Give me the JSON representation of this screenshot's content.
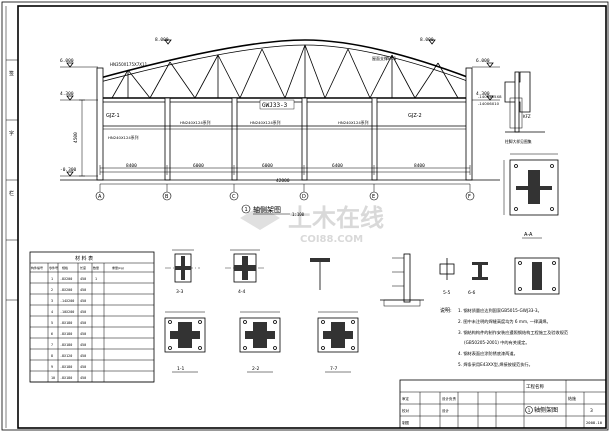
{
  "frame": {
    "left_strip_labels": [
      "签",
      "字",
      "栏"
    ]
  },
  "elevation": {
    "top_levels": [
      "8.000",
      "8.000"
    ],
    "left_levels": [
      "6.000",
      "4.300",
      "-0.300"
    ],
    "right_levels": [
      "6.000",
      "4.300"
    ],
    "roof_beam_labels": [
      "HN350X175X7X11",
      "屋面支撑HC1"
    ],
    "truss_label": "GWJ33-3",
    "column_labels": [
      "GJZ-1",
      "GJZ-2"
    ],
    "beam_labels": [
      "HN240X124系列",
      "HN240X124系列",
      "HN240X124系列",
      "HN240X124系列"
    ],
    "left_dims": [
      "4500"
    ],
    "span_dims": [
      "8400",
      "6000",
      "6000",
      "6400",
      "8400"
    ],
    "total_dim": "42000",
    "axes": [
      "A",
      "B",
      "C",
      "D",
      "E",
      "F"
    ],
    "title": "轴侧架图",
    "scale": "1:100"
  },
  "detail_right": {
    "labels": [
      "-140X6X10",
      "KFZ",
      "柱脚大样见图集",
      "-140X255X8"
    ],
    "section_label": "A-A"
  },
  "materials_table": {
    "title": "材 料 表",
    "headers": [
      "构件编号",
      "零件号",
      "规格",
      "长度",
      "数量",
      "重量(kg)"
    ],
    "rows": [
      [
        "",
        "1",
        "-8X200",
        "450",
        "1",
        ""
      ],
      [
        "",
        "2",
        "-8X200",
        "450",
        "",
        ""
      ],
      [
        "",
        "3",
        "-14X200",
        "450",
        "",
        ""
      ],
      [
        "",
        "4",
        "-10X200",
        "450",
        "",
        ""
      ],
      [
        "",
        "5",
        "-8X180",
        "450",
        "",
        ""
      ],
      [
        "",
        "6",
        "-8X180",
        "450",
        "",
        ""
      ],
      [
        "",
        "7",
        "-8X180",
        "450",
        "",
        ""
      ],
      [
        "",
        "8",
        "-8X120",
        "450",
        "",
        ""
      ],
      [
        "",
        "9",
        "-8X180",
        "450",
        "",
        ""
      ],
      [
        "",
        "10",
        "-8X180",
        "450",
        "",
        ""
      ]
    ]
  },
  "sections": {
    "labels": [
      "3-3",
      "4-4",
      "1-1",
      "2-2",
      "7-7",
      "5-5",
      "6-6"
    ]
  },
  "notes": {
    "heading": "说明:",
    "items": [
      "1. 钢材质量应达到国家GB5015-GWJ33-3。",
      "2. 图中未注明的焊缝高度均为 6 mm, 一律满焊。",
      "3. 钢结构构件的制作安装应遵照钢结构工程施工及验收规范",
      "(GB50205-2001) 中的有关规定。",
      "4. 钢材表面应涂防锈底漆两道。",
      "5. 焊条采用E43XX型,焊接按规范执行。"
    ]
  },
  "title_block": {
    "project_label": "工程名称",
    "drawing_title": "轴侧架图",
    "drawing_no": "结施",
    "sheet": "3",
    "date": "2008.10",
    "role_labels": [
      "审定",
      "设计负责",
      "校对",
      "设计",
      "制图"
    ]
  },
  "watermark": {
    "text": "土木在线",
    "url": "COI88.COM"
  }
}
